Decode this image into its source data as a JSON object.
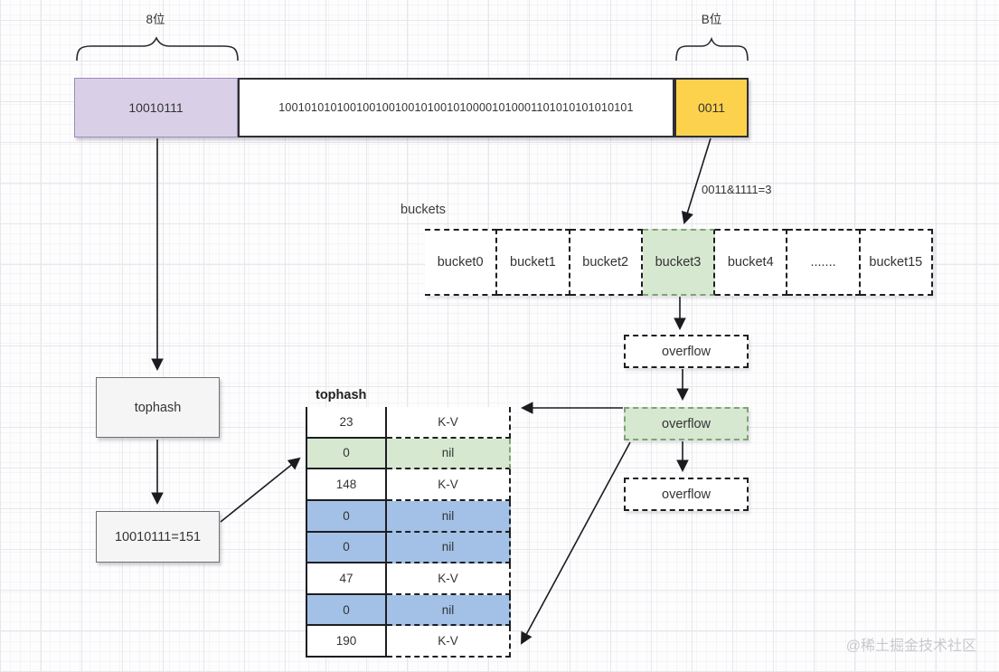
{
  "braces": {
    "left_label": "8位",
    "right_label": "B位"
  },
  "hash_bar": {
    "top_bits": "10010111",
    "middle_bits": "1001010101001001001001010010100001010001101010101010101",
    "low_bits": "0011"
  },
  "mask_label": "0011&1111=3",
  "buckets": {
    "label": "buckets",
    "items": [
      {
        "label": "bucket0",
        "style": ""
      },
      {
        "label": "bucket1",
        "style": ""
      },
      {
        "label": "bucket2",
        "style": ""
      },
      {
        "label": "bucket3",
        "style": "green"
      },
      {
        "label": "bucket4",
        "style": ""
      },
      {
        "label": ".......",
        "style": ""
      },
      {
        "label": "bucket15",
        "style": ""
      }
    ]
  },
  "overflow_chain": {
    "first": "overflow",
    "second": "overflow",
    "third": "overflow"
  },
  "tophash_table": {
    "title": "tophash",
    "rows": [
      {
        "tophash": "23",
        "kv": "K-V",
        "style": ""
      },
      {
        "tophash": "0",
        "kv": "nil",
        "style": "green"
      },
      {
        "tophash": "148",
        "kv": "K-V",
        "style": ""
      },
      {
        "tophash": "0",
        "kv": "nil",
        "style": "blue"
      },
      {
        "tophash": "0",
        "kv": "nil",
        "style": "blue"
      },
      {
        "tophash": "47",
        "kv": "K-V",
        "style": ""
      },
      {
        "tophash": "0",
        "kv": "nil",
        "style": "blue"
      },
      {
        "tophash": "190",
        "kv": "K-V",
        "style": ""
      }
    ]
  },
  "left_flow": {
    "tophash_box": "tophash",
    "result_box": "10010111=151"
  },
  "watermark": "@稀土掘金技术社区",
  "colors": {
    "purple_fill": "#d9d0e8",
    "yellow_fill": "#fcd24c",
    "green_fill": "#d6e8d0",
    "blue_fill": "#a3c1e6",
    "gray_fill": "#f5f5f5"
  }
}
